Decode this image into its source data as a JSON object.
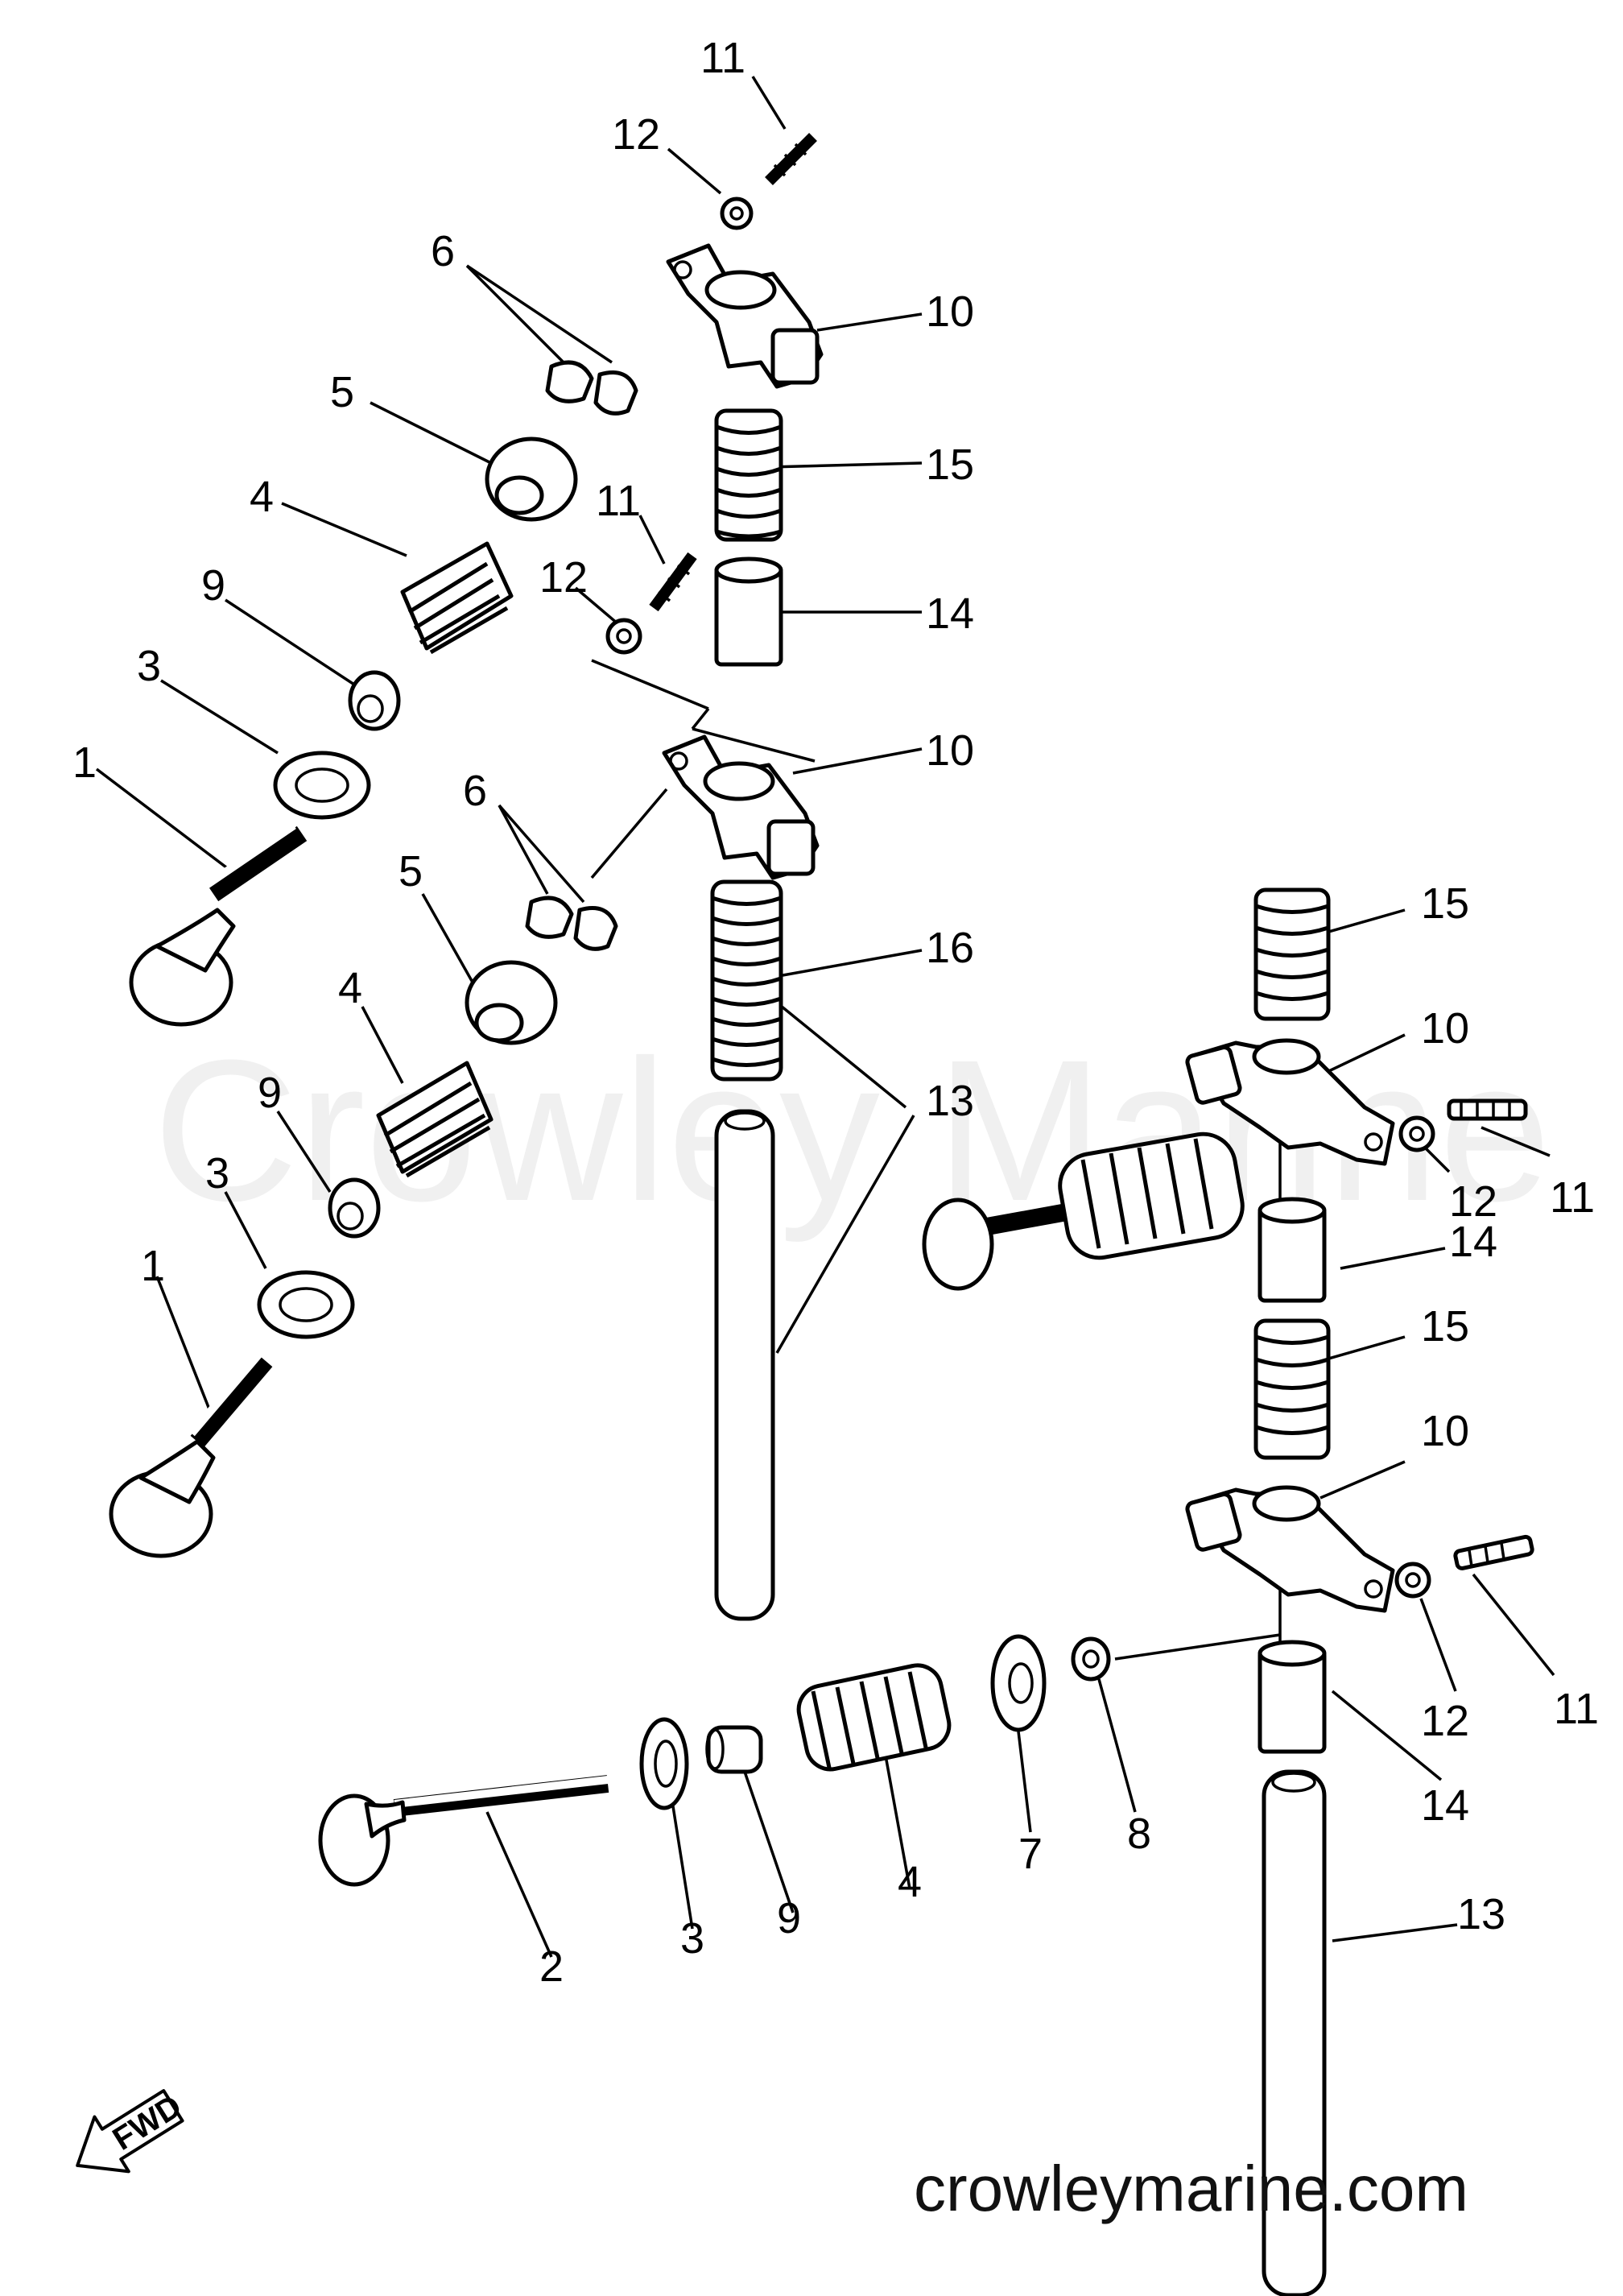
{
  "watermark": "Crowley Marine",
  "website": "crowleymarine.com",
  "fwd_badge": "FWD",
  "labels": {
    "p1": "1",
    "p2": "2",
    "p3": "3",
    "p4": "4",
    "p5": "5",
    "p6": "6",
    "p7": "7",
    "p8": "8",
    "p9": "9",
    "p10": "10",
    "p11": "11",
    "p12": "12",
    "p13": "13",
    "p14": "14",
    "p15": "15",
    "p16": "16"
  }
}
